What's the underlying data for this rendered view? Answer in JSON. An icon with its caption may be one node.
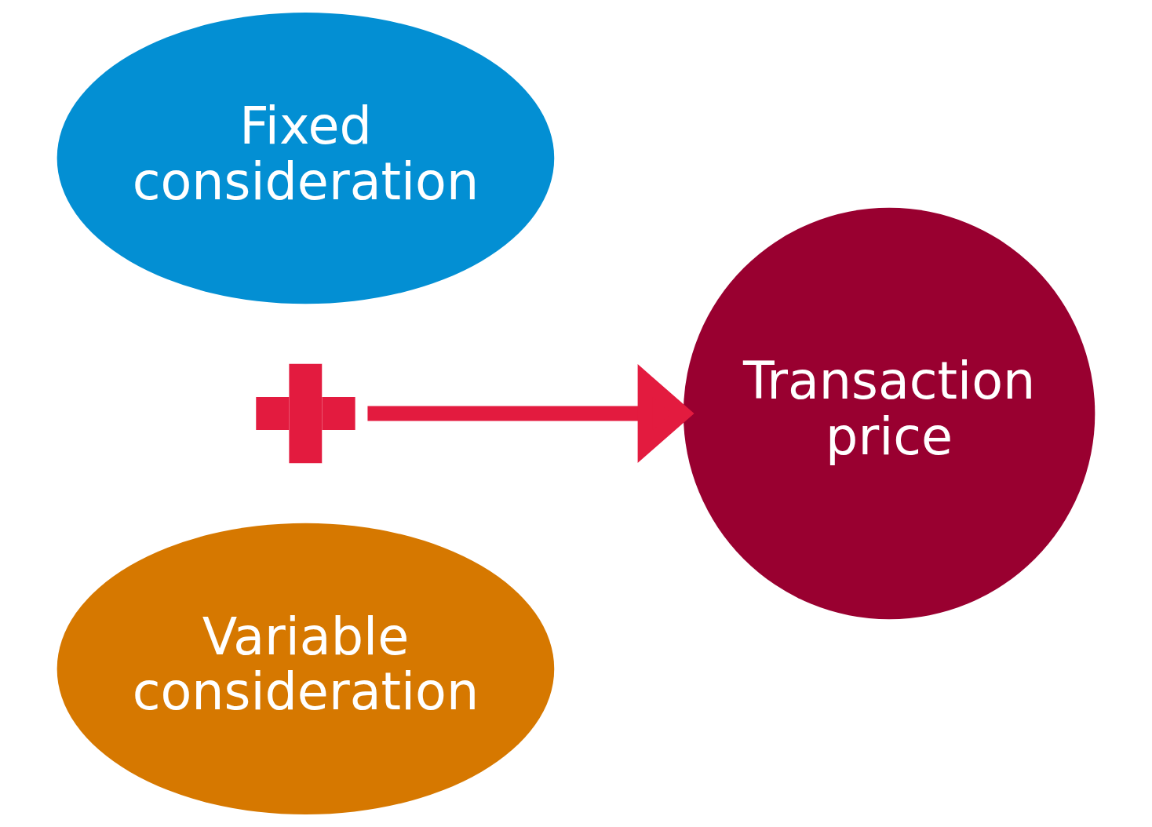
{
  "diagram": {
    "nodes": [
      {
        "text": [
          "Fixed consideration"
        ]
      },
      {
        "text": [],
        "shape": "plus"
      },
      {
        "text": [
          "Variable consideration"
        ]
      },
      {
        "text": [
          "Transaction price"
        ]
      }
    ],
    "edges": [
      {
        "from": 1,
        "to": 3,
        "arrow": "to",
        "color": "#e31b3f"
      }
    ]
  }
}
